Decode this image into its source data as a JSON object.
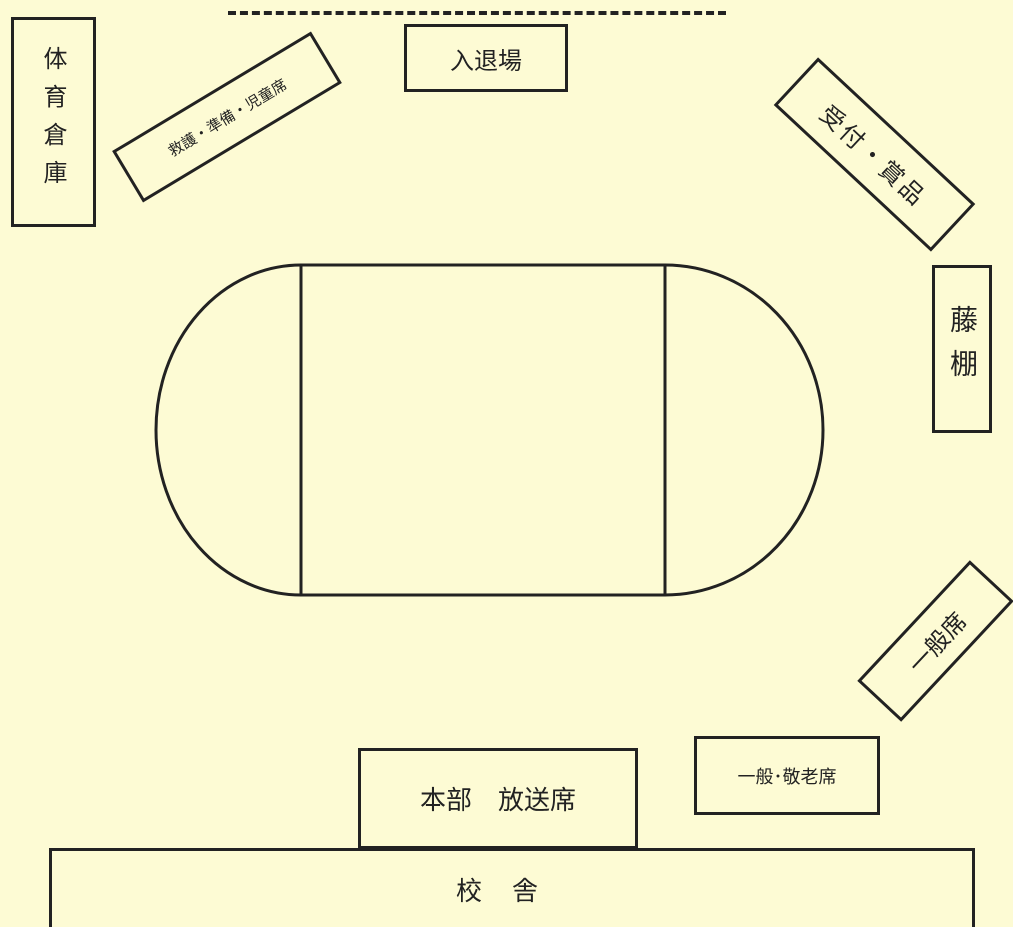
{
  "diagram": {
    "gym_storage": "体育倉庫",
    "entrance": "入退場",
    "first_aid": "救護・準備・児童席",
    "reception": "受付・賞品",
    "pergola": "藤棚",
    "general_seats": "一般席",
    "elderly_seats": "一般･敬老席",
    "headquarters": "本部　放送席",
    "school_building": "校舎"
  },
  "colors": {
    "background": "#fdfbd4",
    "line": "#222222"
  }
}
